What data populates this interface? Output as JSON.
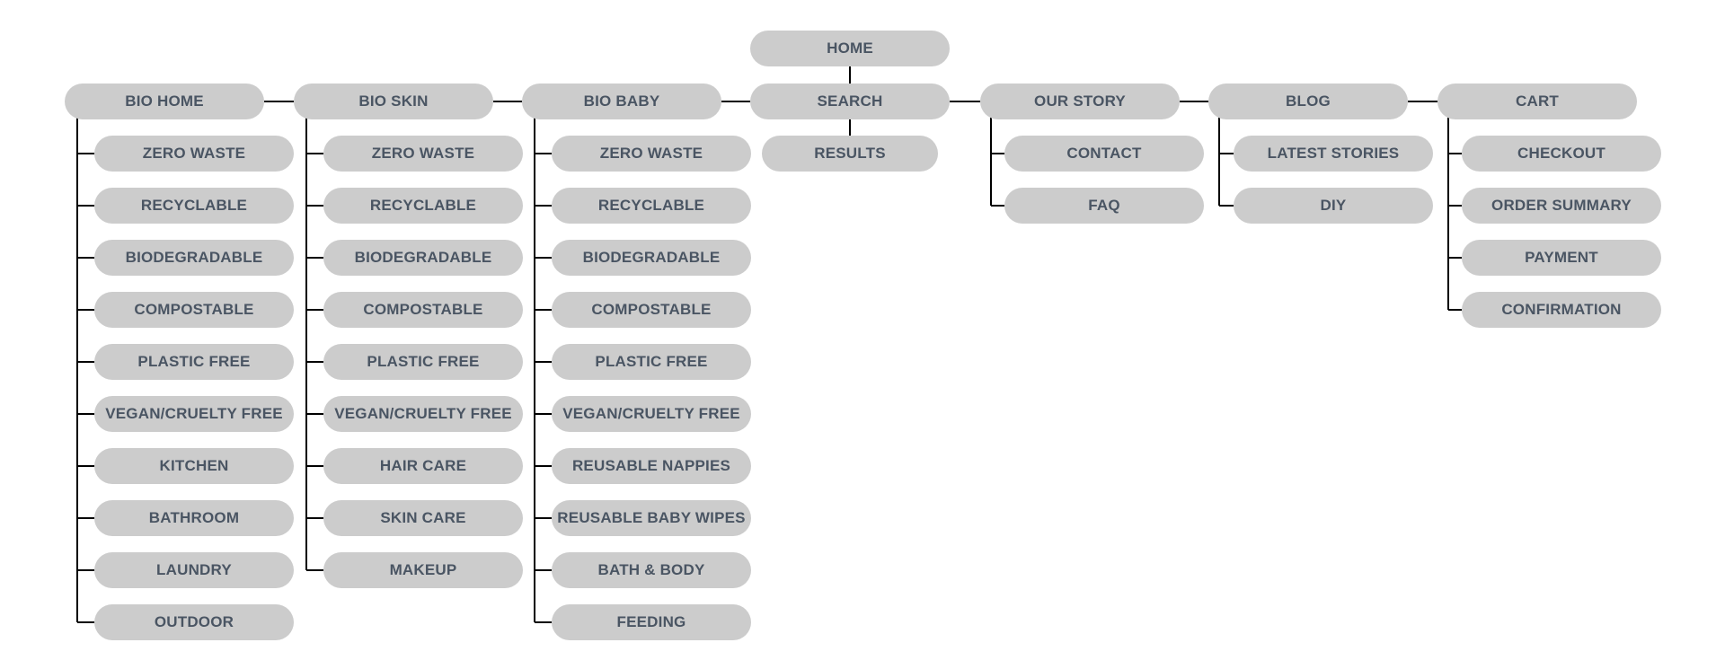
{
  "home": {
    "label": "HOME"
  },
  "search": {
    "label": "SEARCH",
    "children": [
      "RESULTS"
    ]
  },
  "sections": [
    {
      "label": "BIO HOME",
      "children": [
        "ZERO WASTE",
        "RECYCLABLE",
        "BIODEGRADABLE",
        "COMPOSTABLE",
        "PLASTIC FREE",
        "VEGAN/CRUELTY FREE",
        "KITCHEN",
        "BATHROOM",
        "LAUNDRY",
        "OUTDOOR"
      ]
    },
    {
      "label": "BIO SKIN",
      "children": [
        "ZERO WASTE",
        "RECYCLABLE",
        "BIODEGRADABLE",
        "COMPOSTABLE",
        "PLASTIC FREE",
        "VEGAN/CRUELTY FREE",
        "HAIR CARE",
        "SKIN CARE",
        "MAKEUP"
      ]
    },
    {
      "label": "BIO BABY",
      "children": [
        "ZERO WASTE",
        "RECYCLABLE",
        "BIODEGRADABLE",
        "COMPOSTABLE",
        "PLASTIC FREE",
        "VEGAN/CRUELTY FREE",
        "REUSABLE NAPPIES",
        "REUSABLE BABY WIPES",
        "BATH & BODY",
        "FEEDING"
      ]
    },
    {
      "label": "OUR STORY",
      "children": [
        "CONTACT",
        "FAQ"
      ]
    },
    {
      "label": "BLOG",
      "children": [
        "LATEST STORIES",
        "DIY"
      ]
    },
    {
      "label": "CART",
      "children": [
        "CHECKOUT",
        "ORDER SUMMARY",
        "PAYMENT",
        "CONFIRMATION"
      ]
    }
  ],
  "colors": {
    "node_fill": "#cccccc",
    "node_text": "#4a5563",
    "connector": "#000000"
  }
}
